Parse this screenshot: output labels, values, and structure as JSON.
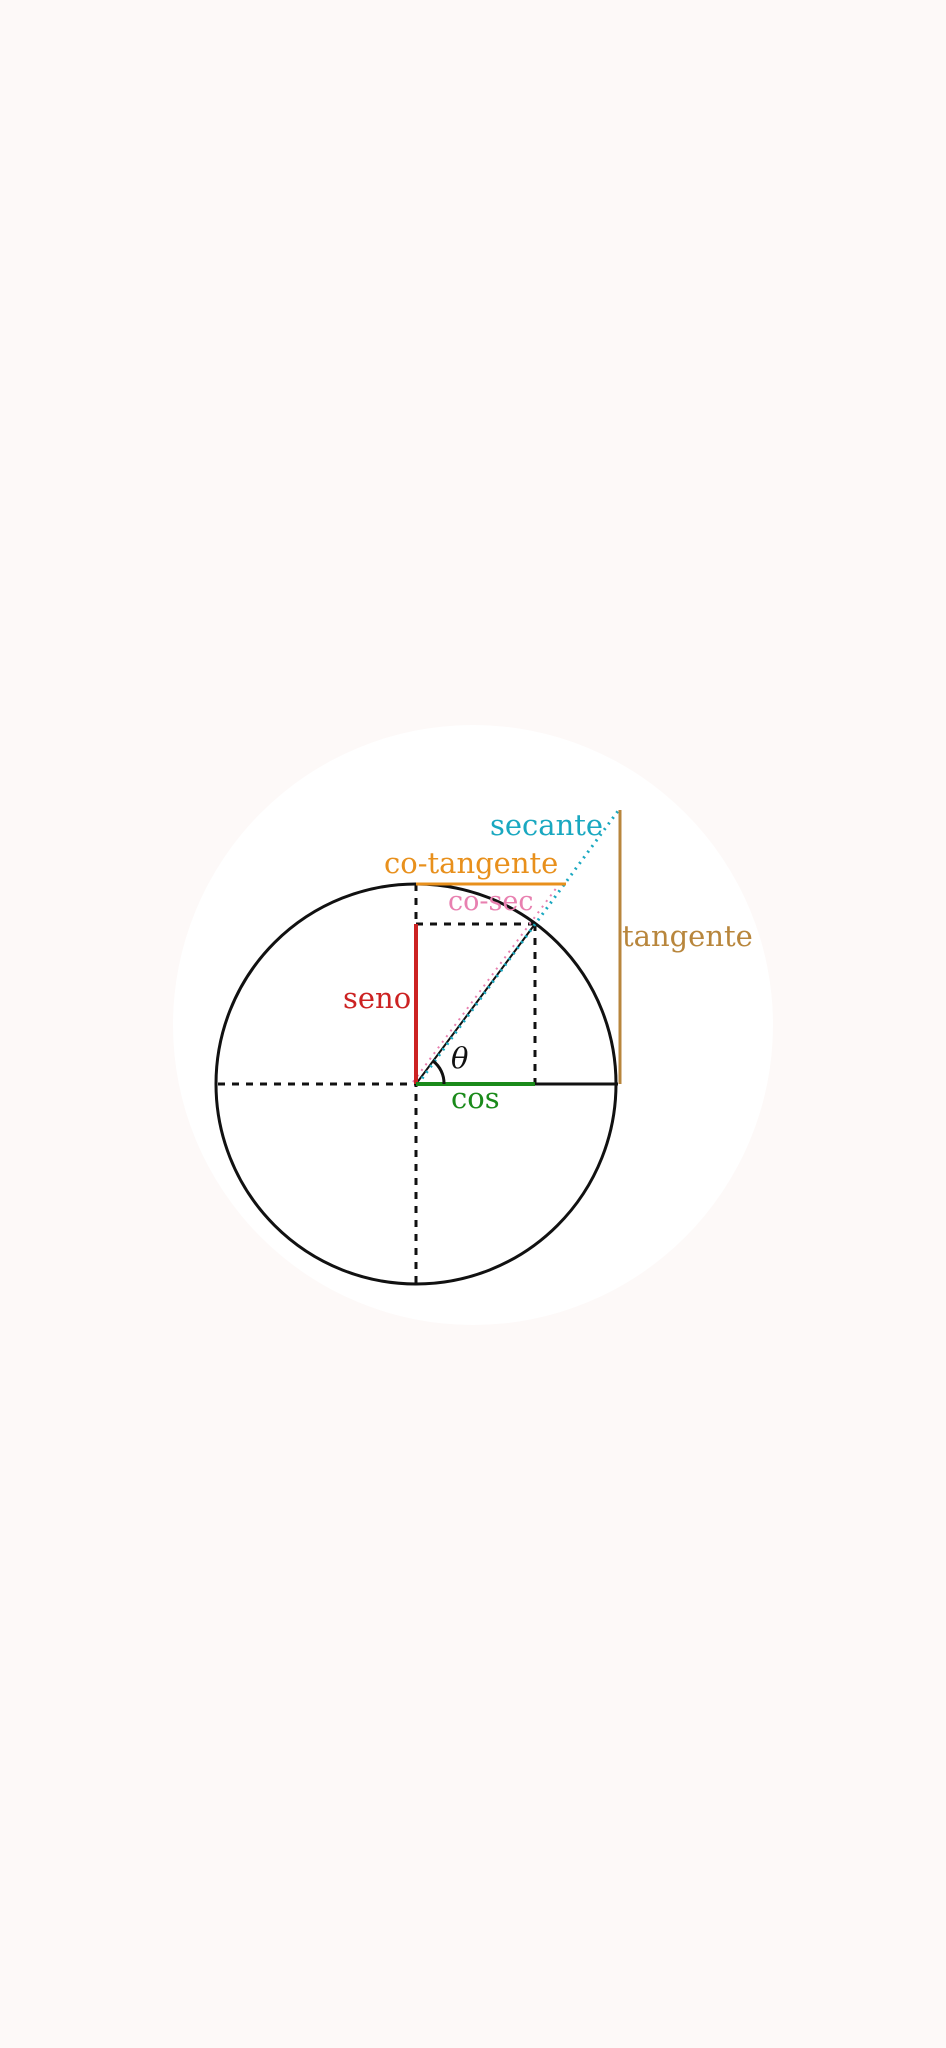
{
  "diagram": {
    "labels": {
      "secant": "secante",
      "cotangent": "co-tangente",
      "cosecant": "co-sec",
      "tangent": "tangente",
      "sine": "seno",
      "cosine": "cos",
      "angle": "θ"
    },
    "colors": {
      "background": "#fdf9f8",
      "disc": "#ffffff",
      "circle": "#111111",
      "sine": "#cc2222",
      "cosine": "#1a8a1a",
      "tangent": "#b8863c",
      "cotangent": "#e8901c",
      "secant": "#1aa8c0",
      "cosecant": "#e880b0",
      "guides": "#111111"
    }
  }
}
